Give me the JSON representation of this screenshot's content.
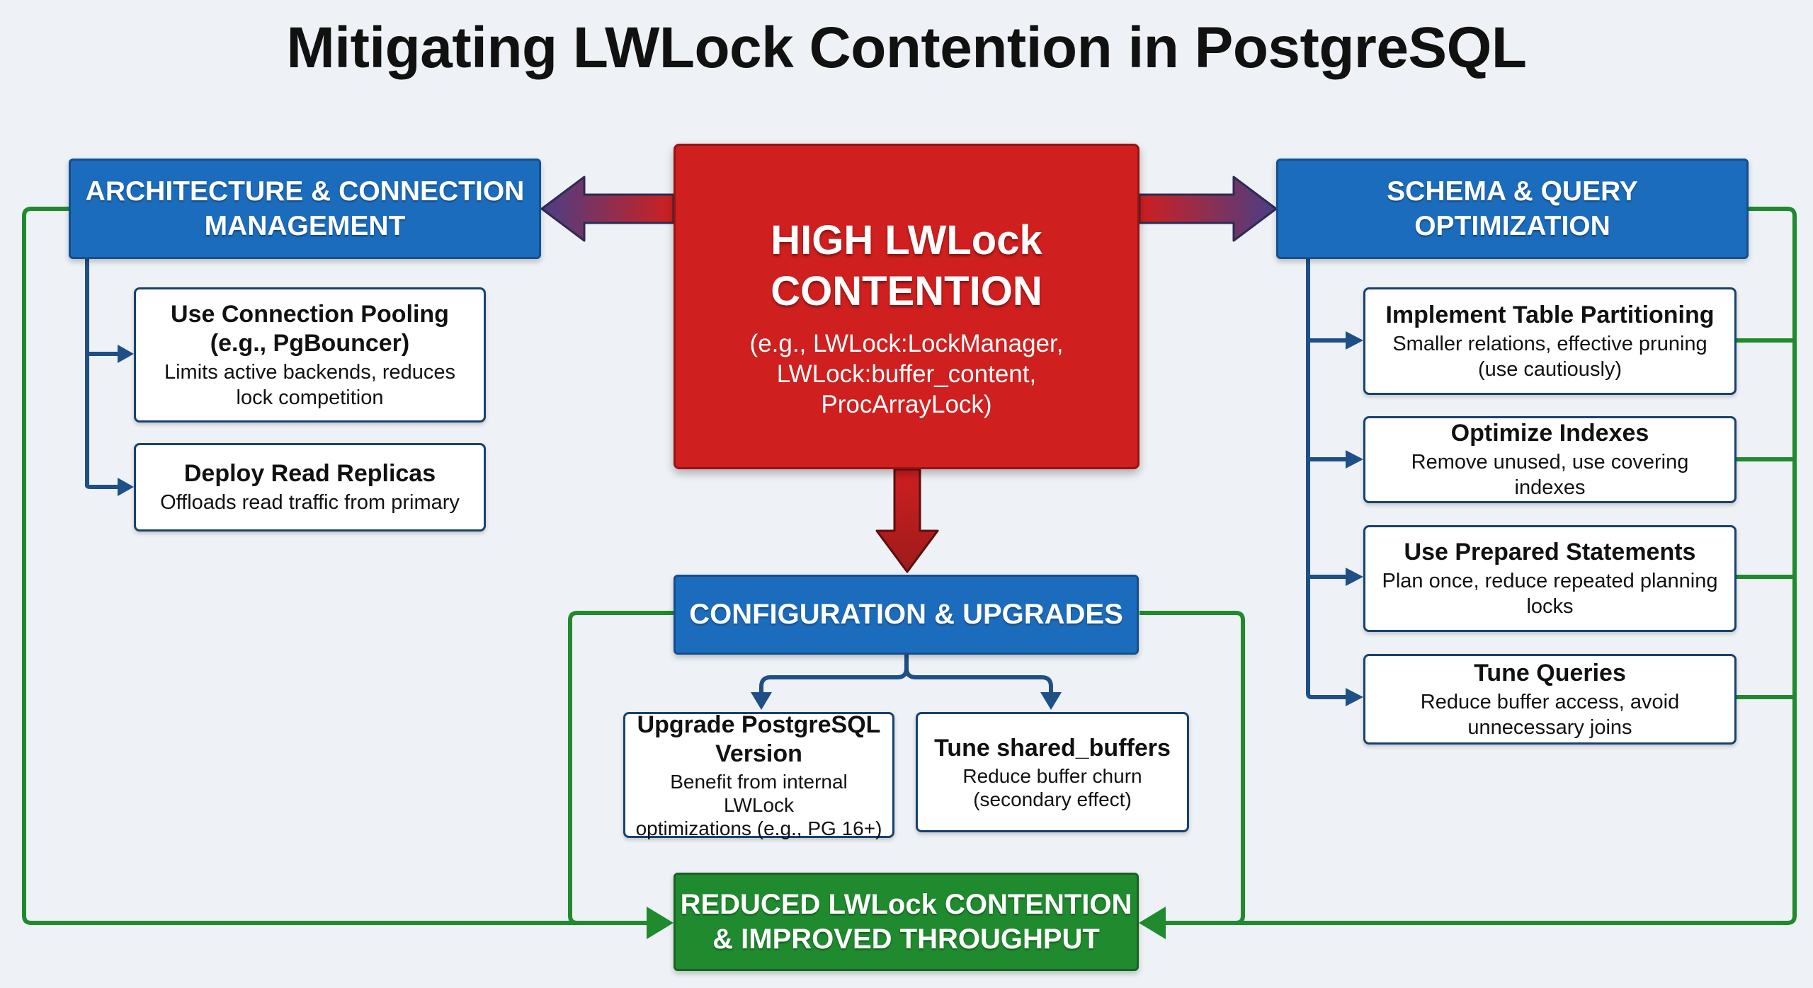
{
  "title": "Mitigating LWLock Contention in PostgreSQL",
  "central": {
    "title_line1": "HIGH LWLock",
    "title_line2": "CONTENTION",
    "sub_line1": "(e.g., LWLock:LockManager,",
    "sub_line2": "LWLock:buffer_content,",
    "sub_line3": "ProcArrayLock)"
  },
  "architecture": {
    "header_line1": "ARCHITECTURE & CONNECTION",
    "header_line2": "MANAGEMENT",
    "items": [
      {
        "title_line1": "Use Connection Pooling",
        "title_line2": "(e.g., PgBouncer)",
        "desc_line1": "Limits active backends, reduces",
        "desc_line2": "lock competition"
      },
      {
        "title_line1": "Deploy Read Replicas",
        "desc_line1": "Offloads read traffic from primary"
      }
    ]
  },
  "schema": {
    "header_line1": "SCHEMA & QUERY",
    "header_line2": "OPTIMIZATION",
    "items": [
      {
        "title": "Implement Table Partitioning",
        "desc_line1": "Smaller relations, effective pruning",
        "desc_line2": "(use cautiously)"
      },
      {
        "title": "Optimize Indexes",
        "desc_line1": "Remove unused, use covering indexes"
      },
      {
        "title": "Use Prepared Statements",
        "desc_line1": "Plan once, reduce repeated planning",
        "desc_line2": "locks"
      },
      {
        "title": "Tune Queries",
        "desc_line1": "Reduce buffer access, avoid",
        "desc_line2": "unnecessary joins"
      }
    ]
  },
  "configuration": {
    "header": "CONFIGURATION & UPGRADES",
    "items": [
      {
        "title_line1": "Upgrade PostgreSQL",
        "title_line2": "Version",
        "desc_line1": "Benefit from internal LWLock",
        "desc_line2": "optimizations (e.g., PG 16+)"
      },
      {
        "title": "Tune shared_buffers",
        "desc_line1": "Reduce buffer churn",
        "desc_line2": "(secondary effect)"
      }
    ]
  },
  "result": {
    "line1": "REDUCED LWLock CONTENTION",
    "line2": "& IMPROVED THROUGHPUT"
  },
  "colors": {
    "background": "#eef1f5",
    "central_red": "#cf1f1f",
    "header_blue": "#1c6cbd",
    "connector_navy": "#1e4f87",
    "flow_green": "#1f8a2e",
    "result_green": "#1f8a2e"
  }
}
